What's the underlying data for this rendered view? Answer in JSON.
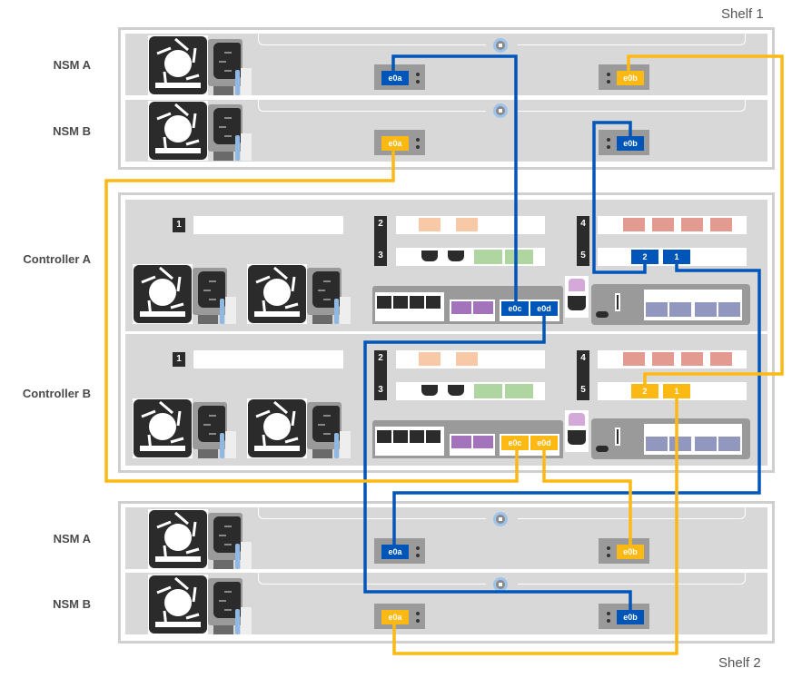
{
  "shelves": [
    {
      "label": "Shelf 1",
      "modules": [
        {
          "label": "NSM A",
          "ports": [
            {
              "name": "e0a",
              "cable": "blue"
            },
            {
              "name": "e0b",
              "cable": "yellow"
            }
          ]
        },
        {
          "label": "NSM B",
          "ports": [
            {
              "name": "e0a",
              "cable": "yellow"
            },
            {
              "name": "e0b",
              "cable": "blue"
            }
          ]
        }
      ]
    },
    {
      "label": "Shelf 2",
      "modules": [
        {
          "label": "NSM A",
          "ports": [
            {
              "name": "e0a",
              "cable": "blue"
            },
            {
              "name": "e0b",
              "cable": "yellow"
            }
          ]
        },
        {
          "label": "NSM B",
          "ports": [
            {
              "name": "e0a",
              "cable": "yellow"
            },
            {
              "name": "e0b",
              "cable": "blue"
            }
          ]
        }
      ]
    }
  ],
  "controllers": [
    {
      "label": "Controller A",
      "cable": "blue",
      "slots": [
        "1",
        "2",
        "3",
        "4",
        "5"
      ],
      "slot5_ports": [
        "2",
        "1"
      ],
      "onboard_ports": [
        "e0c",
        "e0d"
      ]
    },
    {
      "label": "Controller B",
      "cable": "yellow",
      "slots": [
        "1",
        "2",
        "3",
        "4",
        "5"
      ],
      "slot5_ports": [
        "2",
        "1"
      ],
      "onboard_ports": [
        "e0c",
        "e0d"
      ]
    }
  ],
  "colors": {
    "blue_cable": "#0056b8",
    "yellow_cable": "#fdb913",
    "chassis": "#d8d8d8",
    "frame": "#cfcfcf"
  },
  "cables": [
    {
      "color": "blue",
      "from": "Controller A e0c",
      "to": "Shelf 1 NSM A e0a"
    },
    {
      "color": "blue",
      "from": "Controller A slot 5 port 2",
      "to": "Shelf 1 NSM B e0b"
    },
    {
      "color": "blue",
      "from": "Controller A slot 5 port 1",
      "to": "Shelf 2 NSM A e0a"
    },
    {
      "color": "blue",
      "from": "Controller A e0d",
      "to": "Shelf 2 NSM B e0b"
    },
    {
      "color": "yellow",
      "from": "Controller B slot 5 port 2",
      "to": "Shelf 1 NSM A e0b"
    },
    {
      "color": "yellow",
      "from": "Controller B e0c",
      "to": "Shelf 1 NSM B e0a"
    },
    {
      "color": "yellow",
      "from": "Controller B e0d",
      "to": "Shelf 2 NSM A e0b"
    },
    {
      "color": "yellow",
      "from": "Controller B slot 5 port 1",
      "to": "Shelf 2 NSM B e0a"
    }
  ]
}
